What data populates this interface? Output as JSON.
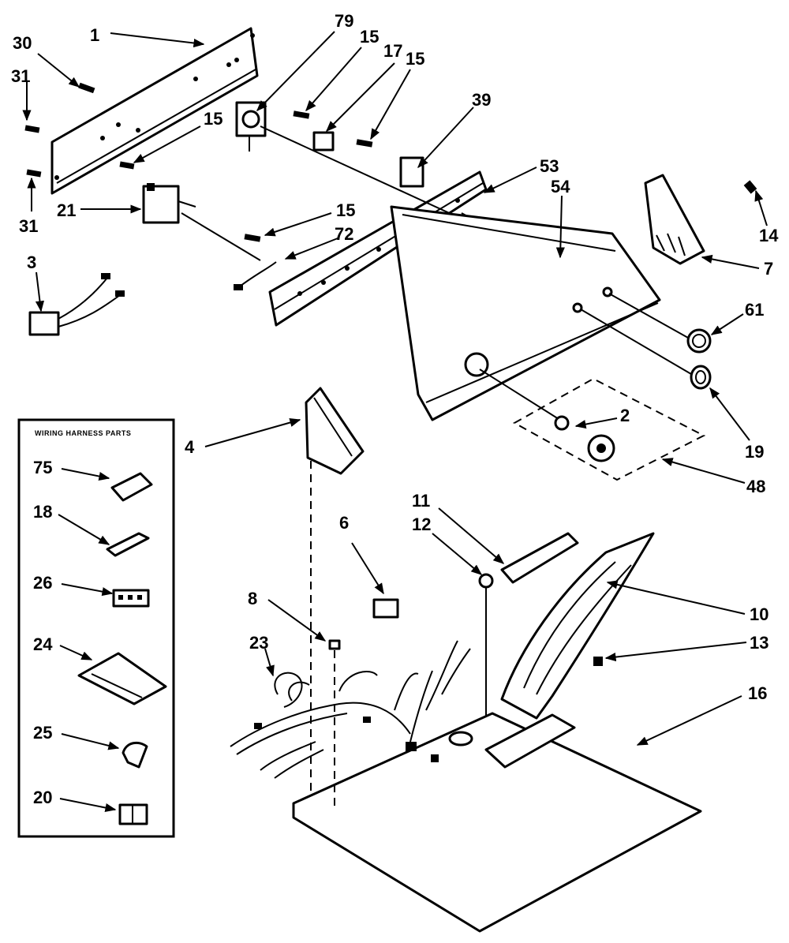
{
  "labels": {
    "l1": "1",
    "l30": "30",
    "l31a": "31",
    "l31b": "31",
    "l3": "3",
    "l21": "21",
    "l79": "79",
    "l15a": "15",
    "l17": "17",
    "l15b": "15",
    "l15c": "15",
    "l15d": "15",
    "l72": "72",
    "l39": "39",
    "l53": "53",
    "l54": "54",
    "l14": "14",
    "l7": "7",
    "l61": "61",
    "l19": "19",
    "l2": "2",
    "l48": "48",
    "l4": "4",
    "l6": "6",
    "l11": "11",
    "l12": "12",
    "l10": "10",
    "l13": "13",
    "l8": "8",
    "l23": "23",
    "l16": "16",
    "l75": "75",
    "l18": "18",
    "l26": "26",
    "l24": "24",
    "l25": "25",
    "l20": "20"
  },
  "harness_box": {
    "title": "WIRING HARNESS PARTS"
  }
}
